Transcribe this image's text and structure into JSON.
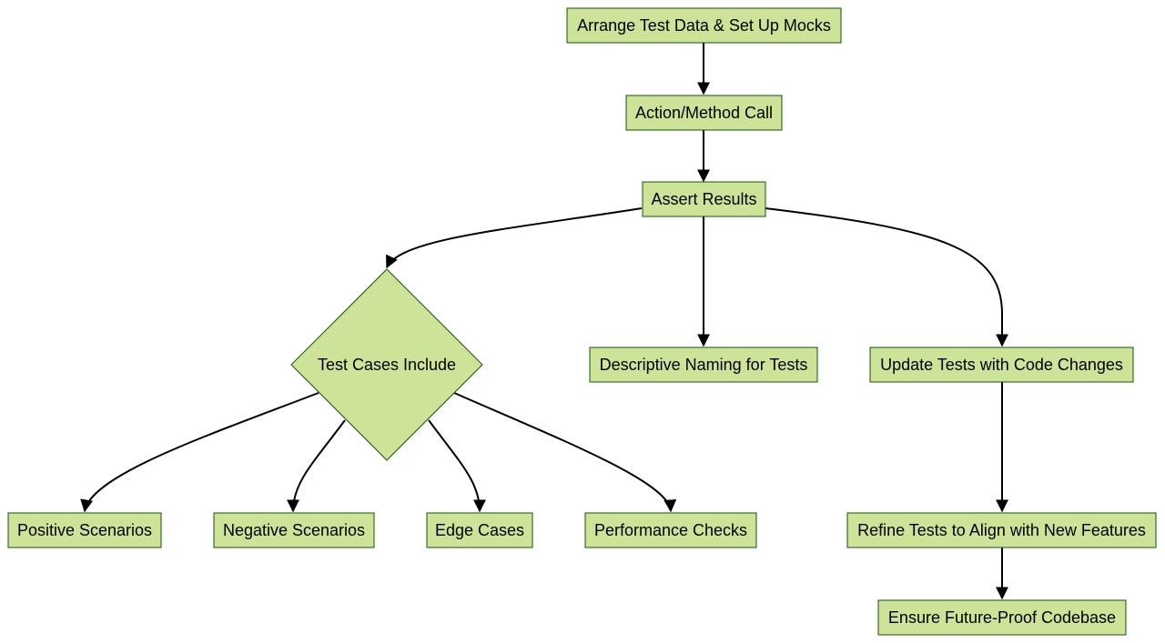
{
  "colors": {
    "node_fill": "#cde498",
    "node_stroke": "#13540c",
    "edge": "#000000",
    "text": "#000000"
  },
  "nodes": {
    "arrange": {
      "label": "Arrange Test Data & Set Up Mocks",
      "shape": "rect"
    },
    "action": {
      "label": "Action/Method Call",
      "shape": "rect"
    },
    "assert": {
      "label": "Assert Results",
      "shape": "rect"
    },
    "test_cases": {
      "label": "Test Cases Include",
      "shape": "diamond"
    },
    "naming": {
      "label": "Descriptive Naming for Tests",
      "shape": "rect"
    },
    "update": {
      "label": "Update Tests with Code Changes",
      "shape": "rect"
    },
    "positive": {
      "label": "Positive Scenarios",
      "shape": "rect"
    },
    "negative": {
      "label": "Negative Scenarios",
      "shape": "rect"
    },
    "edge_cases": {
      "label": "Edge Cases",
      "shape": "rect"
    },
    "performance": {
      "label": "Performance Checks",
      "shape": "rect"
    },
    "refine": {
      "label": "Refine Tests to Align with New Features",
      "shape": "rect"
    },
    "ensure": {
      "label": "Ensure Future-Proof Codebase",
      "shape": "rect"
    }
  },
  "edges": [
    {
      "from": "arrange",
      "to": "action"
    },
    {
      "from": "action",
      "to": "assert"
    },
    {
      "from": "assert",
      "to": "test_cases"
    },
    {
      "from": "assert",
      "to": "naming"
    },
    {
      "from": "assert",
      "to": "update"
    },
    {
      "from": "test_cases",
      "to": "positive"
    },
    {
      "from": "test_cases",
      "to": "negative"
    },
    {
      "from": "test_cases",
      "to": "edge_cases"
    },
    {
      "from": "test_cases",
      "to": "performance"
    },
    {
      "from": "update",
      "to": "refine"
    },
    {
      "from": "refine",
      "to": "ensure"
    }
  ]
}
